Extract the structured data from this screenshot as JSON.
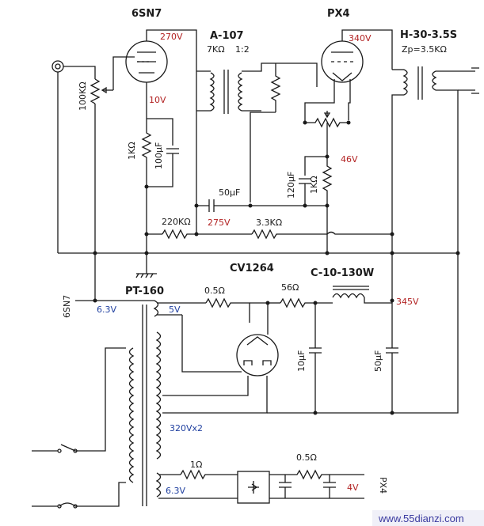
{
  "tubes": {
    "driver": "6SN7",
    "output": "PX4",
    "rectifier": "CV1264"
  },
  "transformers": {
    "interstage": "A-107",
    "interstage_imp": "7KΩ",
    "interstage_ratio": "1:2",
    "output": "H-30-3.5S",
    "output_zp": "Zp=3.5KΩ",
    "power": "PT-160",
    "choke": "C-10-130W"
  },
  "voltages": {
    "v270": "270V",
    "v10": "10V",
    "v340": "340V",
    "v46": "46V",
    "v275": "275V",
    "v345": "345V",
    "v4": "4V"
  },
  "heaters": {
    "v63a": "6.3V",
    "v5": "5V",
    "v320": "320Vx2",
    "v63b": "6.3V"
  },
  "heater_labels": {
    "h6sn7": "6SN7",
    "hpx4": "PX4"
  },
  "components": {
    "pot": "100KΩ",
    "rk1": "1KΩ",
    "ck1": "100μF",
    "c50": "50μF",
    "r220": "220KΩ",
    "r33": "3.3KΩ",
    "c120": "120μF",
    "rk2": "1KΩ",
    "r05a": "0.5Ω",
    "r56": "56Ω",
    "c10": "10μF",
    "c50b": "50μF",
    "r1": "1Ω",
    "r05b": "0.5Ω"
  },
  "watermark": "www.55dianzi.com"
}
